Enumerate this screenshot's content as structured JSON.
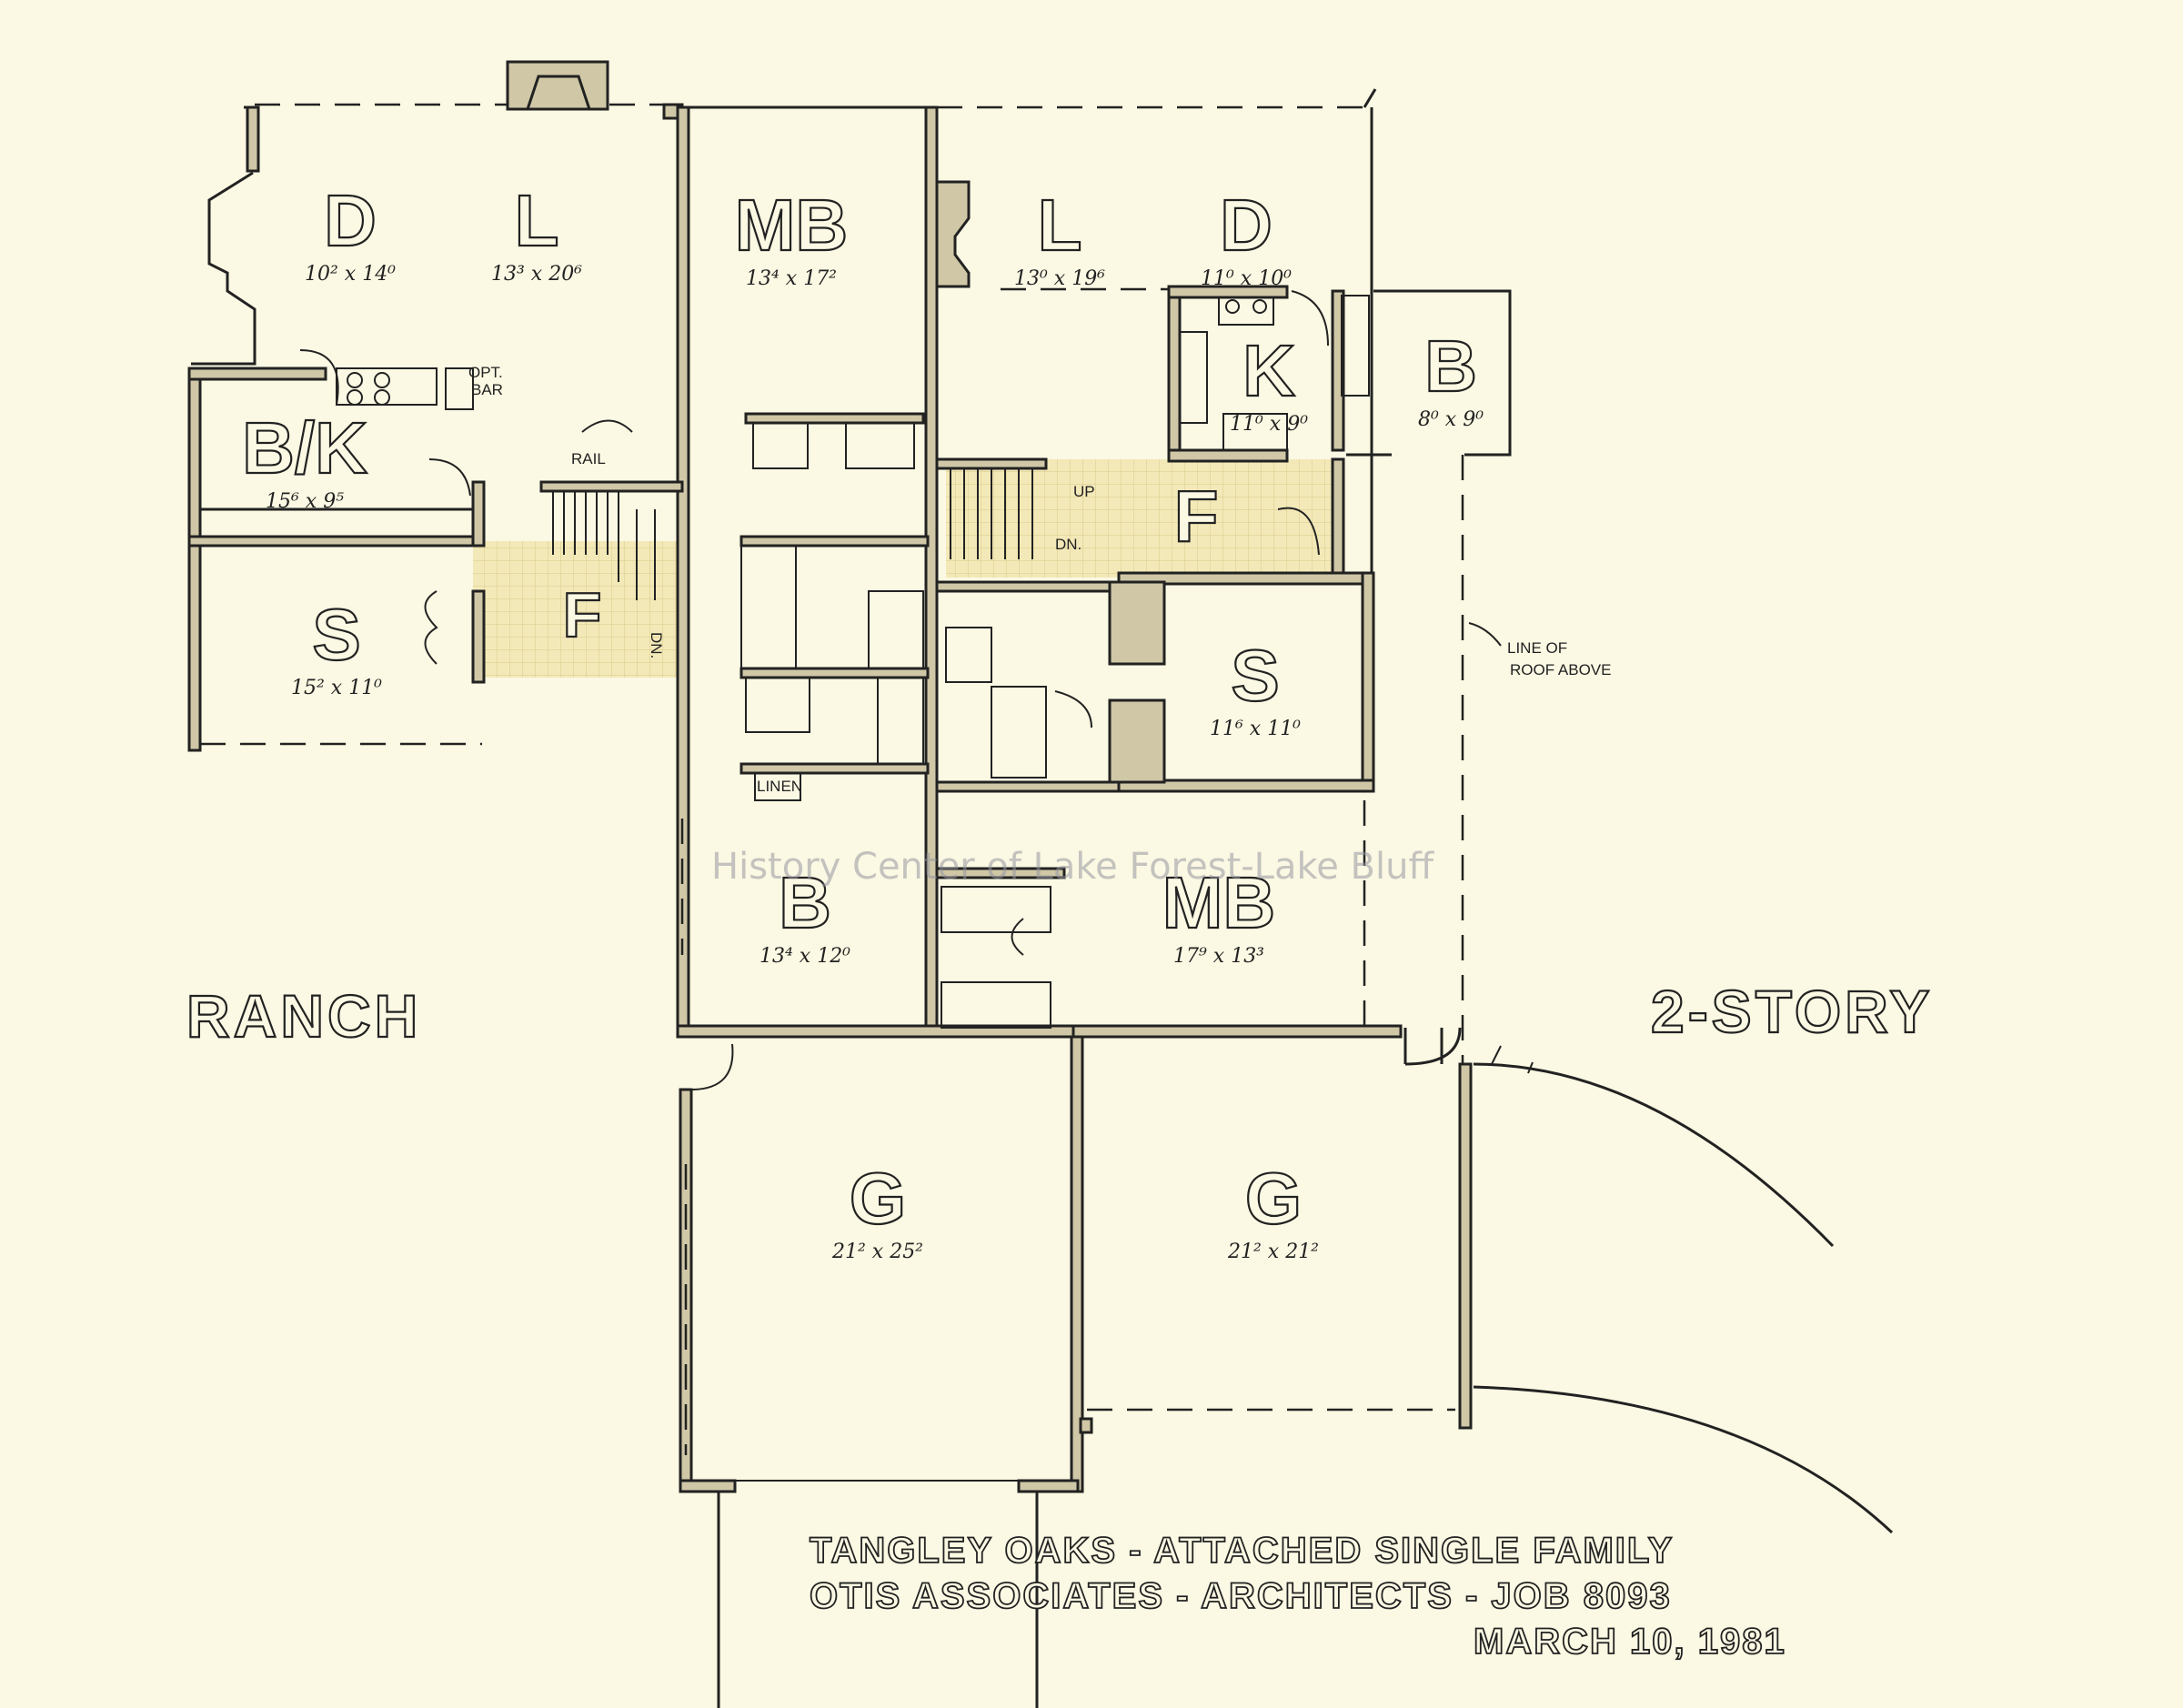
{
  "rooms": {
    "ranch_dining": {
      "letter": "D",
      "dim": "10² x 14⁰"
    },
    "ranch_living": {
      "letter": "L",
      "dim": "13³ x 20⁶"
    },
    "ranch_breakfast_kitchen": {
      "letter": "B/K",
      "dim": "15⁶ x 9⁵"
    },
    "ranch_study": {
      "letter": "S",
      "dim": "15² x 11⁰"
    },
    "ranch_foyer": {
      "letter": "F"
    },
    "ranch_master_bedroom": {
      "letter": "MB",
      "dim": "13⁴ x 17²"
    },
    "ranch_bedroom": {
      "letter": "B",
      "dim": "13⁴ x 12⁰"
    },
    "ranch_garage": {
      "letter": "G",
      "dim": "21² x 25²"
    },
    "story_living": {
      "letter": "L",
      "dim": "13⁰ x 19⁶"
    },
    "story_dining": {
      "letter": "D",
      "dim": "11⁰ x 10⁰"
    },
    "story_kitchen": {
      "letter": "K",
      "dim": "11⁰ x 9⁰"
    },
    "story_breakfast": {
      "letter": "B",
      "dim": "8⁰ x 9⁰"
    },
    "story_foyer": {
      "letter": "F"
    },
    "story_study": {
      "letter": "S",
      "dim": "11⁶ x 11⁰"
    },
    "story_master_bedroom": {
      "letter": "MB",
      "dim": "17⁹ x 13³"
    },
    "story_garage": {
      "letter": "G",
      "dim": "21² x 21²"
    }
  },
  "notes": {
    "opt_bar_1": "OPT.",
    "opt_bar_2": "BAR",
    "rail": "RAIL",
    "linen": "LINEN",
    "up": "UP",
    "dn_ranch": "DN.",
    "dn_story": "DN.",
    "roof_1": "LINE OF",
    "roof_2": "ROOF ABOVE"
  },
  "labels": {
    "ranch": "RANCH",
    "two_story": "2-STORY"
  },
  "title_block": {
    "line1": "TANGLEY OAKS - ATTACHED SINGLE FAMILY",
    "line2": "OTIS ASSOCIATES - ARCHITECTS - JOB 8093",
    "line3": "MARCH 10, 1981"
  },
  "watermark": "History Center of Lake Forest-Lake Bluff",
  "colors": {
    "paper": "#fbf8e3",
    "wall_fill": "#cfc7a6",
    "ink": "#222222",
    "foyer_tile": "#f3e9b8"
  }
}
